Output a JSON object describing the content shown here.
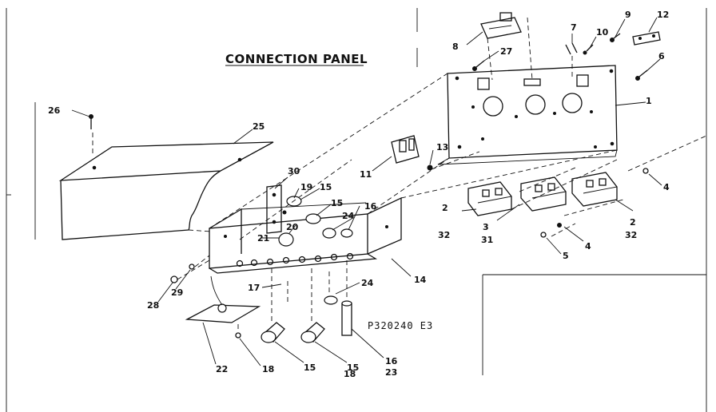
{
  "title": "CONNECTION PANEL",
  "reference": "P320240 E3",
  "callouts": {
    "c1": "1",
    "c2a": "2",
    "c32a": "32",
    "c3": "3",
    "c31": "31",
    "c2b": "2",
    "c32b": "32",
    "c4a": "4",
    "c4b": "4",
    "c5": "5",
    "c6": "6",
    "c7": "7",
    "c8": "8",
    "c9": "9",
    "c10": "10",
    "c11": "11",
    "c12": "12",
    "c13": "13",
    "c14": "14",
    "c15a": "15",
    "c15b": "15",
    "c15c": "15",
    "c15d": "15",
    "c16a": "16",
    "c16b": "16",
    "c17": "17",
    "c18a": "18",
    "c18b": "18",
    "c19": "19",
    "c20": "20",
    "c21": "21",
    "c22": "22",
    "c23": "23",
    "c24a": "24",
    "c24b": "24",
    "c25": "25",
    "c26": "26",
    "c27": "27",
    "c28": "28",
    "c29": "29",
    "c30": "30"
  }
}
